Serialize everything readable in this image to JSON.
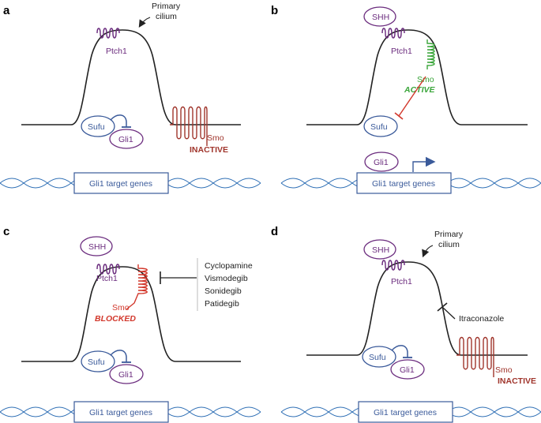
{
  "colors": {
    "purple": "#6b2c7e",
    "blue": "#3a5a9a",
    "green": "#3aa53a",
    "red": "#d2382c",
    "dark_red": "#a0352c",
    "dna": "#2f6fb5",
    "black": "#222222"
  },
  "panels": {
    "a": {
      "letter": "a",
      "primary_cilium": [
        "Primary",
        "cilium"
      ],
      "ptch1": "Ptch1",
      "sufu": "Sufu",
      "gli1": "Gli1",
      "smo": "Smo",
      "smo_state": "INACTIVE",
      "target_genes": "Gli1 target genes"
    },
    "b": {
      "letter": "b",
      "shh": "SHH",
      "ptch1": "Ptch1",
      "smo": "Smo",
      "smo_state": "ACTIVE",
      "sufu": "Sufu",
      "gli1": "Gli1",
      "target_genes": "Gli1 target genes"
    },
    "c": {
      "letter": "c",
      "shh": "SHH",
      "ptch1": "Ptch1",
      "smo": "Smo",
      "smo_state": "BLOCKED",
      "inhibitors": [
        "Cyclopamine",
        "Vismodegib",
        "Sonidegib",
        "Patidegib"
      ],
      "sufu": "Sufu",
      "gli1": "Gli1",
      "target_genes": "Gli1 target genes"
    },
    "d": {
      "letter": "d",
      "primary_cilium": [
        "Primary",
        "cilium"
      ],
      "shh": "SHH",
      "ptch1": "Ptch1",
      "inhibitor": "Itraconazole",
      "sufu": "Sufu",
      "gli1": "Gli1",
      "smo": "Smo",
      "smo_state": "INACTIVE",
      "target_genes": "Gli1 target genes"
    }
  }
}
